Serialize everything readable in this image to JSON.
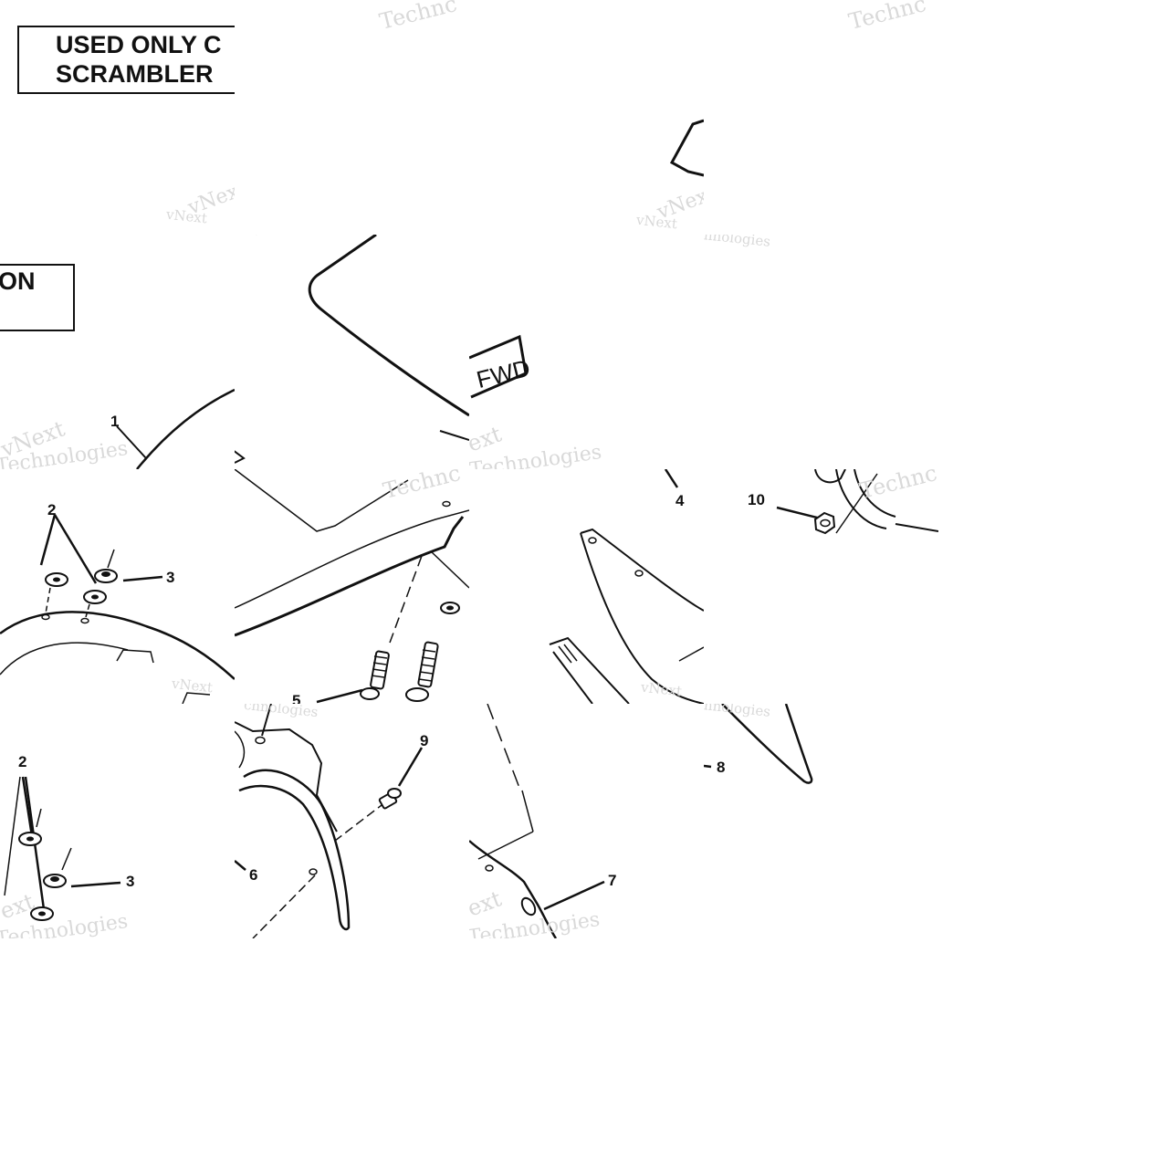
{
  "note_box": {
    "line1_left": "USED ONLY C",
    "line2_left": "SCRAMBLER",
    "line1_right": "ON"
  },
  "fwd_label": "FWD",
  "callouts": {
    "c1": "1",
    "c2a": "2",
    "c3a": "3",
    "c2b": "2",
    "c3b": "3",
    "c4": "4",
    "c5": "5",
    "c6": "6",
    "c7": "7",
    "c8": "8",
    "c9": "9",
    "c10": "10"
  },
  "watermark": {
    "brand_a": "vNext",
    "brand_b": "Technologies",
    "brand_c": "Technc"
  },
  "colors": {
    "line": "#111111",
    "watermark": "#d9d9d9",
    "background": "#ffffff"
  }
}
